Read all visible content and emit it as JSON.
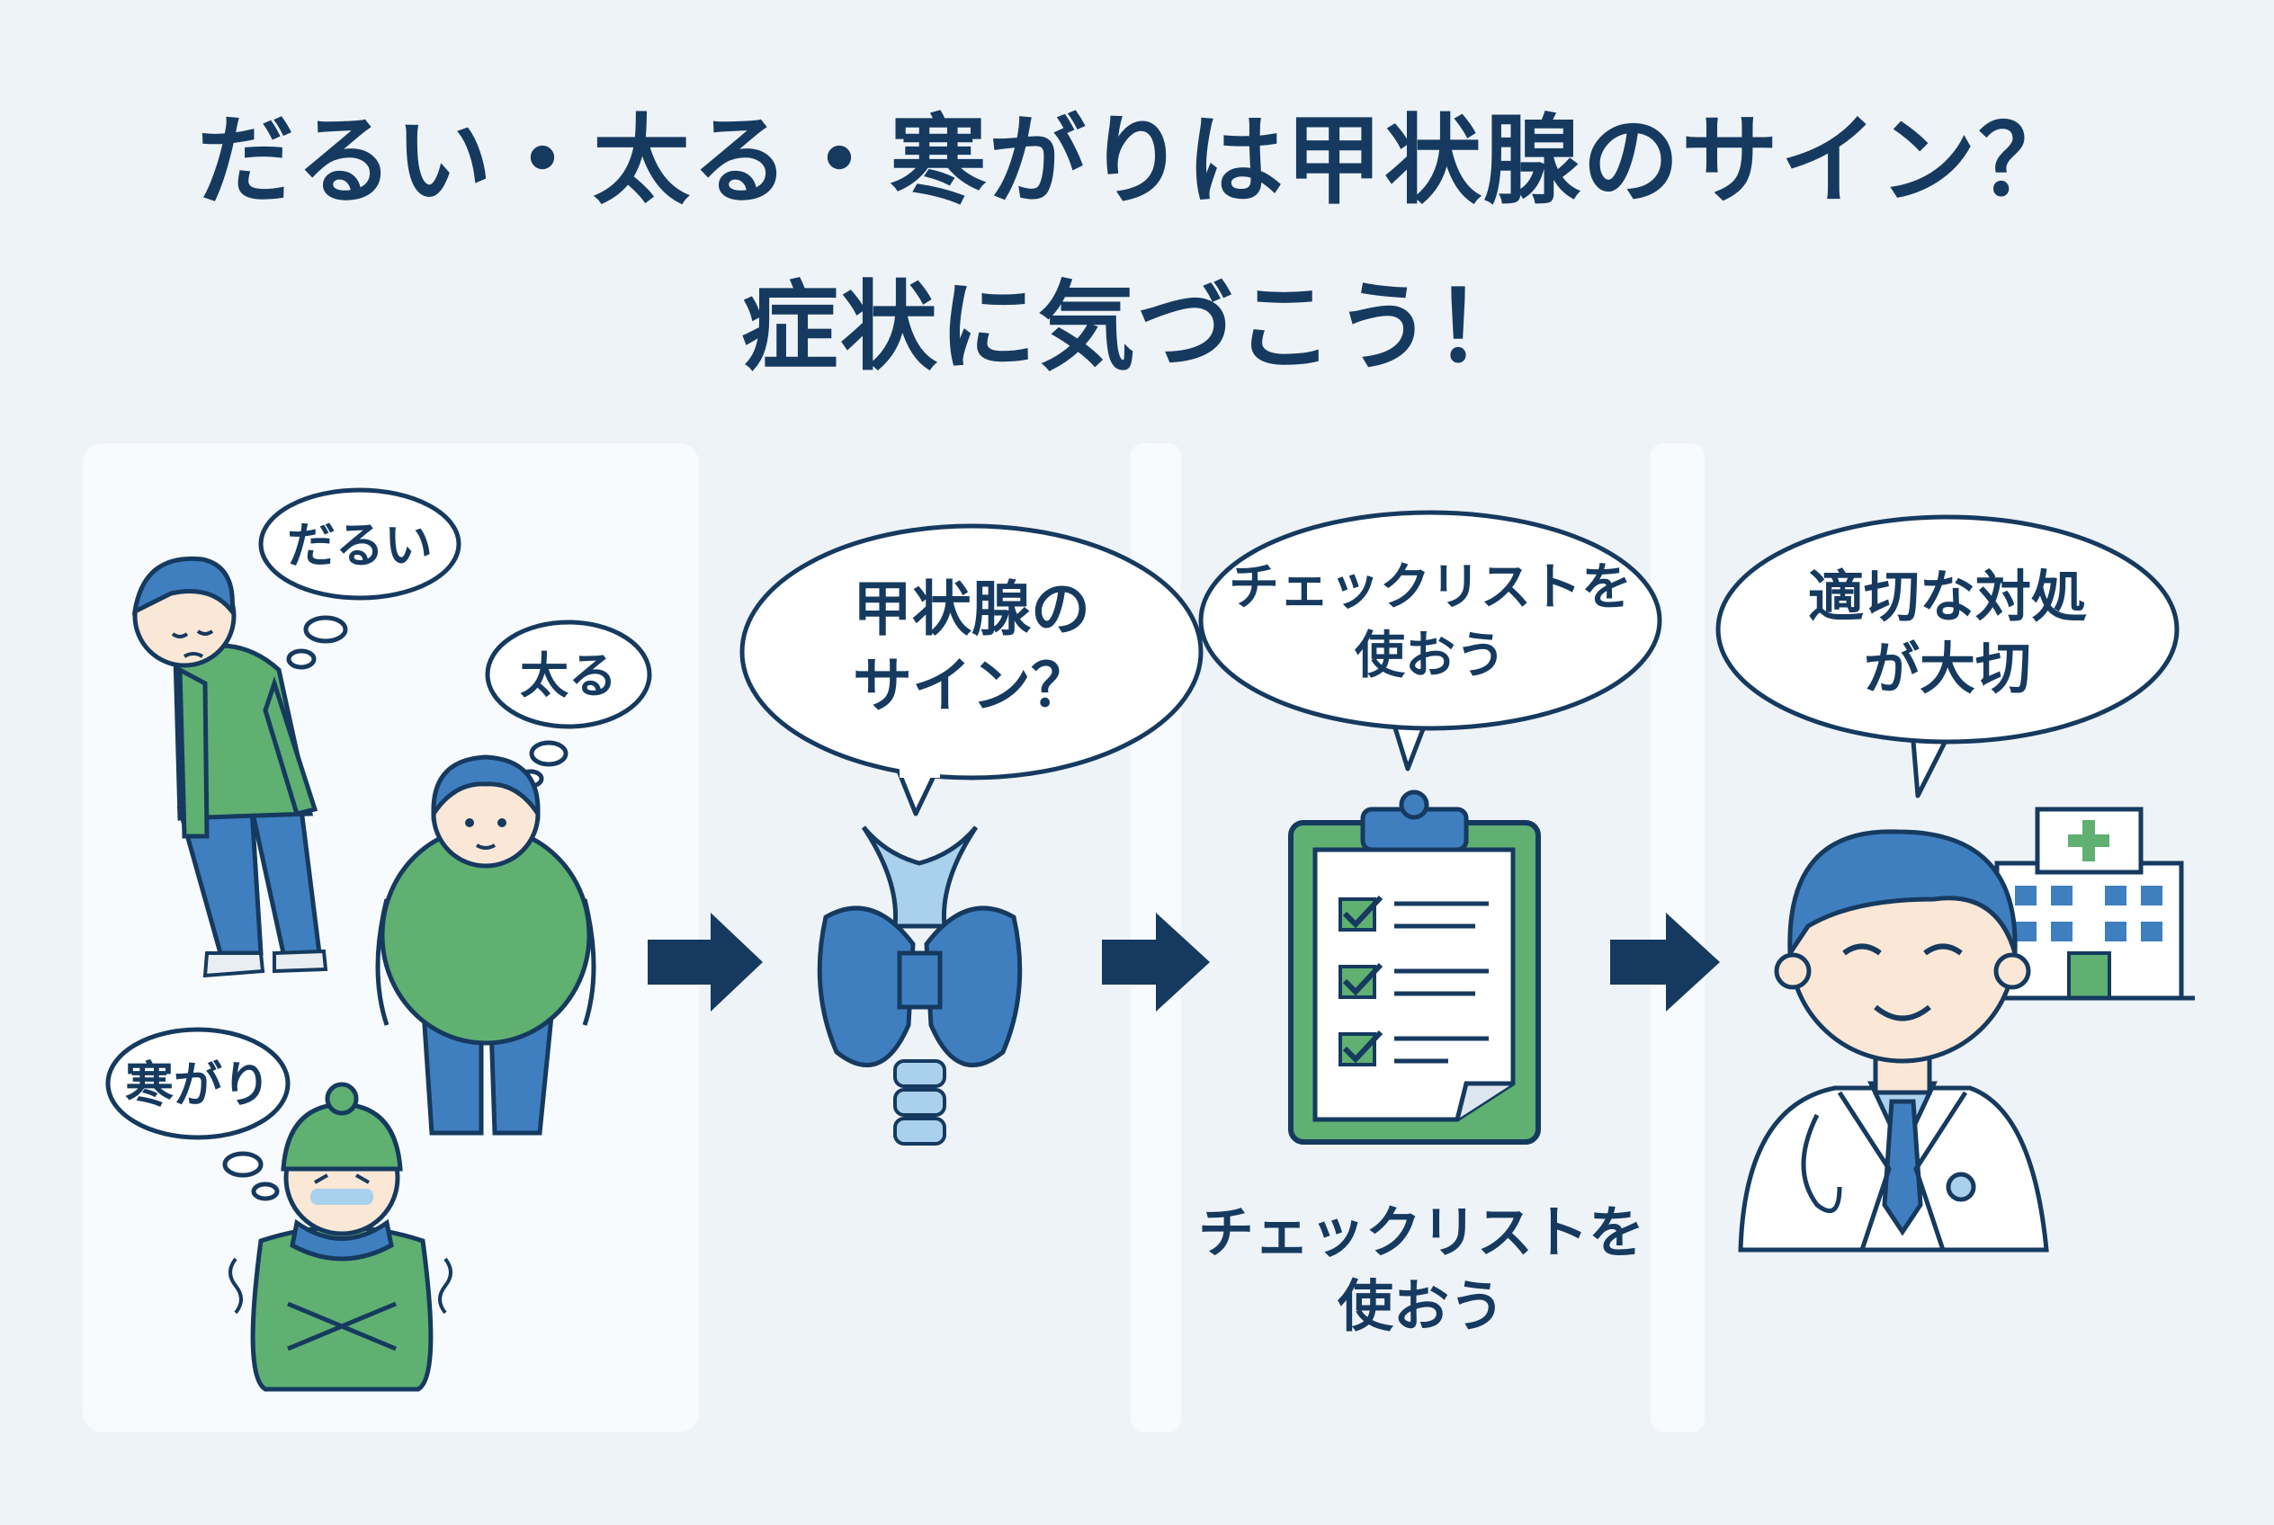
{
  "title": {
    "line1": "だるい・太る・寒がりは甲状腺のサイン？",
    "line2": "症状に気づこう！"
  },
  "symptoms": {
    "tired": "だるい",
    "weight": "太る",
    "cold": "寒がり"
  },
  "thyroid": {
    "bubble_line1": "甲状腺の",
    "bubble_line2": "サイン？"
  },
  "checklist": {
    "bubble_line1": "チェックリストを",
    "bubble_line2": "使おう",
    "caption_line1": "チェックリストを",
    "caption_line2": "使おう"
  },
  "doctor": {
    "bubble_line1": "適切な対処",
    "bubble_line2": "が大切"
  },
  "colors": {
    "navy": "#163a5f",
    "blue": "#3f7fc0",
    "green": "#5fb071",
    "light_blue": "#a9d0ec",
    "background": "#eef3f8"
  }
}
